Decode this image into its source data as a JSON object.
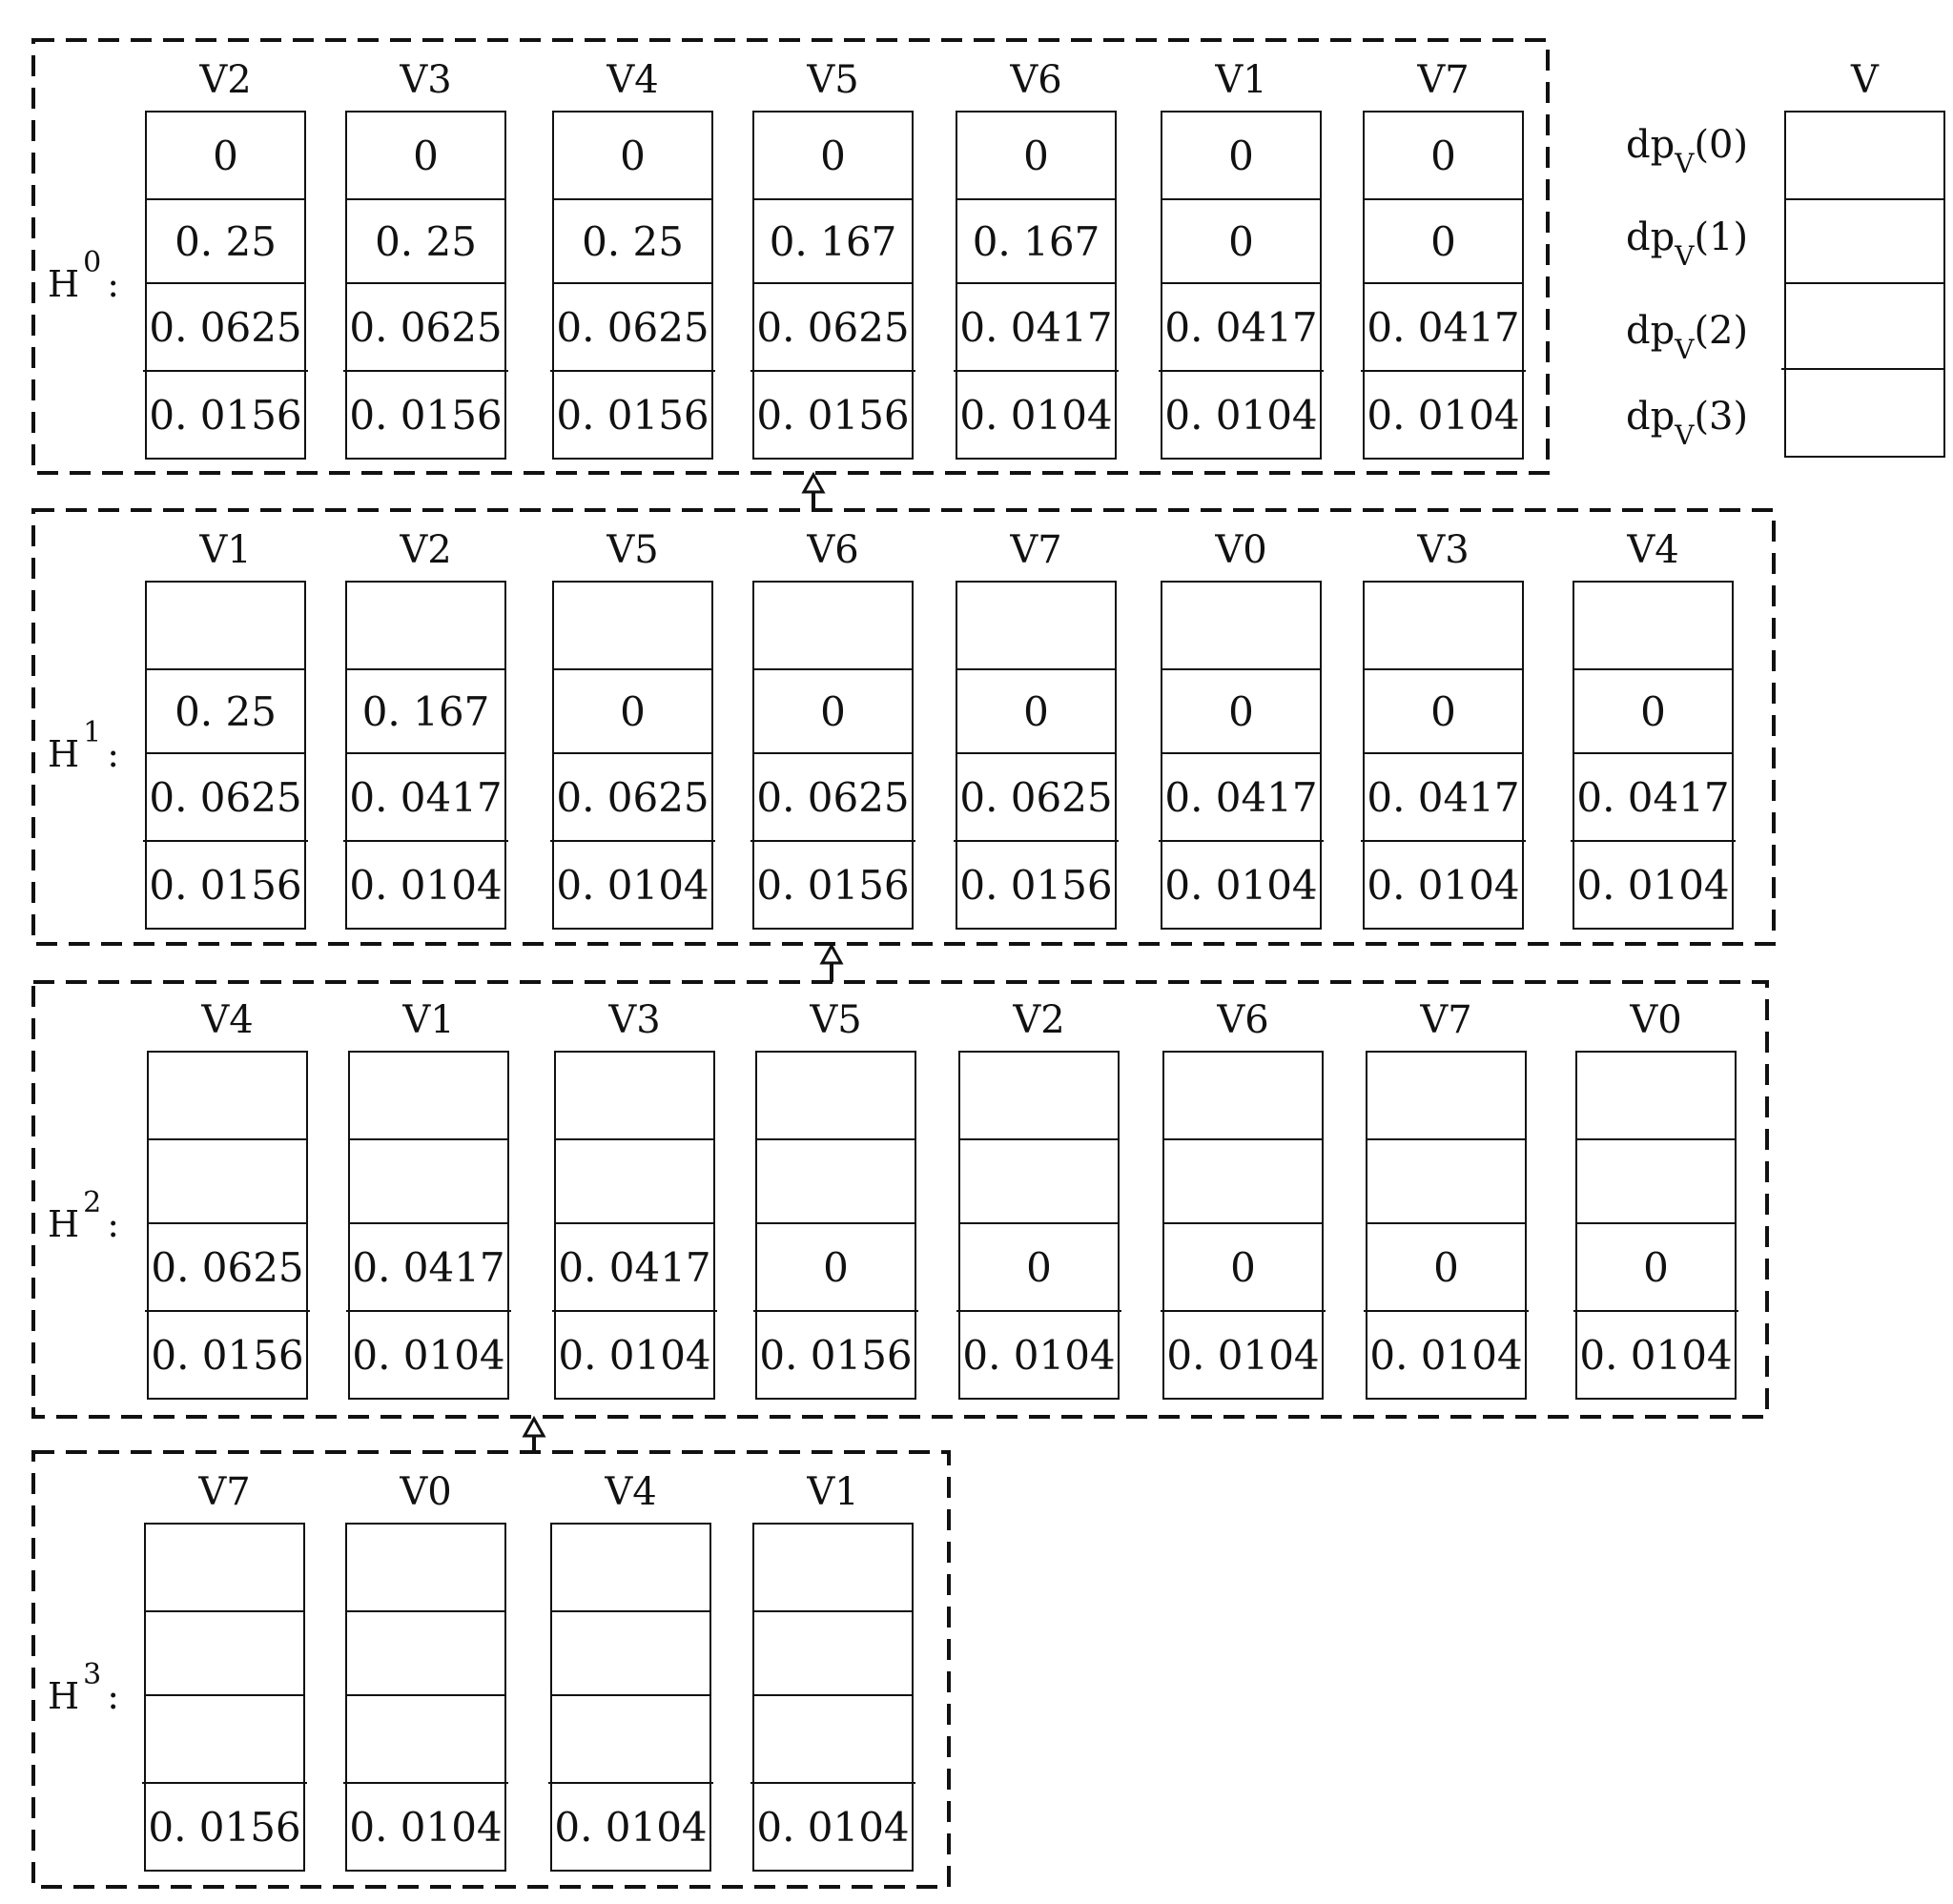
{
  "levels": [
    {
      "name": "H",
      "sup": "0",
      "colon": ":",
      "columns": [
        {
          "label": "V2",
          "cells": [
            "0",
            "0. 25",
            "0. 0625",
            "0. 0156"
          ]
        },
        {
          "label": "V3",
          "cells": [
            "0",
            "0. 25",
            "0. 0625",
            "0. 0156"
          ]
        },
        {
          "label": "V4",
          "cells": [
            "0",
            "0. 25",
            "0. 0625",
            "0. 0156"
          ]
        },
        {
          "label": "V5",
          "cells": [
            "0",
            "0. 167",
            "0. 0625",
            "0. 0156"
          ]
        },
        {
          "label": "V6",
          "cells": [
            "0",
            "0. 167",
            "0. 0417",
            "0. 0104"
          ]
        },
        {
          "label": "V1",
          "cells": [
            "0",
            "0",
            "0. 0417",
            "0. 0104"
          ]
        },
        {
          "label": "V7",
          "cells": [
            "0",
            "0",
            "0. 0417",
            "0. 0104"
          ]
        }
      ]
    },
    {
      "name": "H",
      "sup": "1",
      "colon": ":",
      "columns": [
        {
          "label": "V1",
          "cells": [
            "",
            "0. 25",
            "0. 0625",
            "0. 0156"
          ]
        },
        {
          "label": "V2",
          "cells": [
            "",
            "0. 167",
            "0. 0417",
            "0. 0104"
          ]
        },
        {
          "label": "V5",
          "cells": [
            "",
            "0",
            "0. 0625",
            "0. 0104"
          ]
        },
        {
          "label": "V6",
          "cells": [
            "",
            "0",
            "0. 0625",
            "0. 0156"
          ]
        },
        {
          "label": "V7",
          "cells": [
            "",
            "0",
            "0. 0625",
            "0. 0156"
          ]
        },
        {
          "label": "V0",
          "cells": [
            "",
            "0",
            "0. 0417",
            "0. 0104"
          ]
        },
        {
          "label": "V3",
          "cells": [
            "",
            "0",
            "0. 0417",
            "0. 0104"
          ]
        },
        {
          "label": "V4",
          "cells": [
            "",
            "0",
            "0. 0417",
            "0. 0104"
          ]
        }
      ]
    },
    {
      "name": "H",
      "sup": "2",
      "colon": ":",
      "columns": [
        {
          "label": "V4",
          "cells": [
            "",
            "",
            "0. 0625",
            "0. 0156"
          ]
        },
        {
          "label": "V1",
          "cells": [
            "",
            "",
            "0. 0417",
            "0. 0104"
          ]
        },
        {
          "label": "V3",
          "cells": [
            "",
            "",
            "0. 0417",
            "0. 0104"
          ]
        },
        {
          "label": "V5",
          "cells": [
            "",
            "",
            "0",
            "0. 0156"
          ]
        },
        {
          "label": "V2",
          "cells": [
            "",
            "",
            "0",
            "0. 0104"
          ]
        },
        {
          "label": "V6",
          "cells": [
            "",
            "",
            "0",
            "0. 0104"
          ]
        },
        {
          "label": "V7",
          "cells": [
            "",
            "",
            "0",
            "0. 0104"
          ]
        },
        {
          "label": "V0",
          "cells": [
            "",
            "",
            "0",
            "0. 0104"
          ]
        }
      ]
    },
    {
      "name": "H",
      "sup": "3",
      "colon": ":",
      "columns": [
        {
          "label": "V7",
          "cells": [
            "",
            "",
            "",
            "0. 0156"
          ]
        },
        {
          "label": "V0",
          "cells": [
            "",
            "",
            "",
            "0. 0104"
          ]
        },
        {
          "label": "V4",
          "cells": [
            "",
            "",
            "",
            "0. 0104"
          ]
        },
        {
          "label": "V1",
          "cells": [
            "",
            "",
            "",
            "0. 0104"
          ]
        }
      ]
    }
  ],
  "legend": {
    "label": "V",
    "rows": [
      {
        "main": "dp",
        "sub": "V",
        "arg": "(0)"
      },
      {
        "main": "dp",
        "sub": "V",
        "arg": "(1)"
      },
      {
        "main": "dp",
        "sub": "V",
        "arg": "(2)"
      },
      {
        "main": "dp",
        "sub": "V",
        "arg": "(3)"
      }
    ]
  }
}
